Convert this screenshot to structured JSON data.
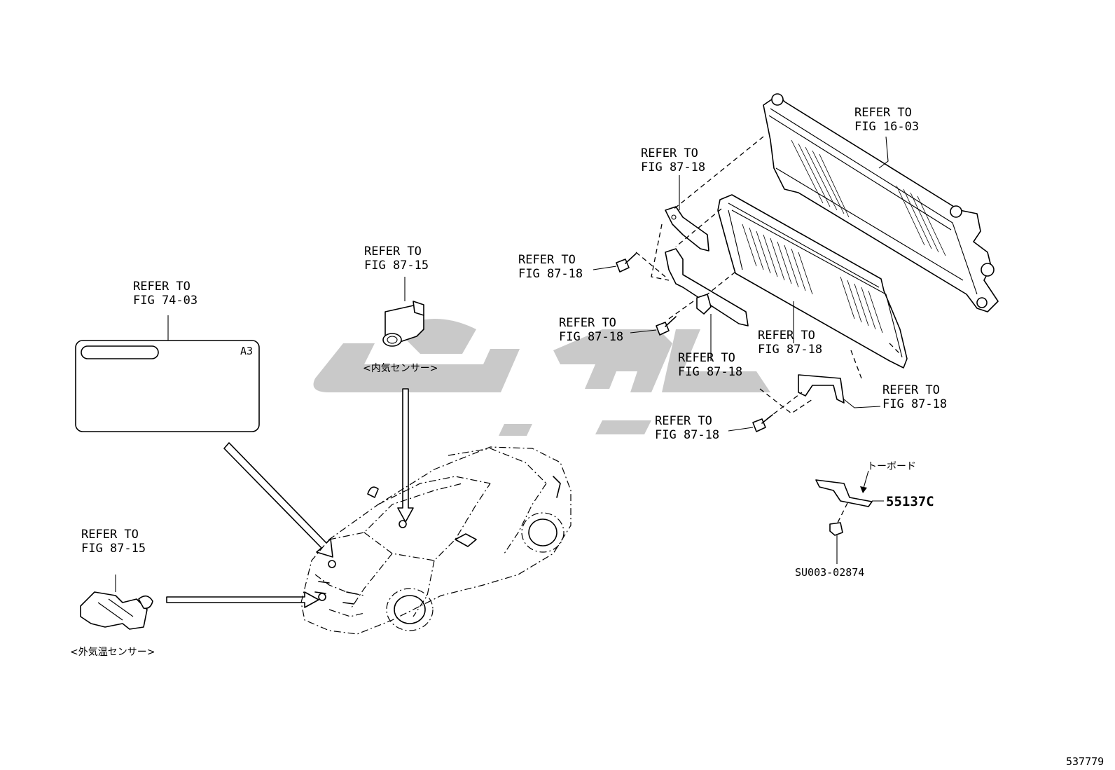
{
  "labels": {
    "refer_radiator": [
      "REFER TO",
      "FIG 16-03"
    ],
    "refer_upper_bracket": [
      "REFER TO",
      "FIG 87-18"
    ],
    "refer_bolt_1": [
      "REFER TO",
      "FIG 87-18"
    ],
    "refer_bolt_2": [
      "REFER TO",
      "FIG 87-18"
    ],
    "refer_mid_bracket": [
      "REFER TO",
      "FIG 87-18"
    ],
    "refer_condenser": [
      "REFER TO",
      "FIG 87-18"
    ],
    "refer_lower_bracket": [
      "REFER TO",
      "FIG 87-18"
    ],
    "refer_bolt_3": [
      "REFER TO",
      "FIG 87-18"
    ],
    "refer_inner_sensor": [
      "REFER TO",
      "FIG 87-15"
    ],
    "refer_label_panel": [
      "REFER TO",
      "FIG 74-03"
    ],
    "refer_outer_sensor": [
      "REFER TO",
      "FIG 87-15"
    ]
  },
  "jp_labels": {
    "inner_sensor": "<内気センサー>",
    "outer_sensor": "<外気温センサー>",
    "toboard": "トーボード"
  },
  "panel_code": "A3",
  "parts": {
    "bracket_part": "55137C",
    "clip_part": "SU003-02874"
  },
  "figure_number": "537779",
  "colors": {
    "line": "#000000",
    "watermark": "#c9c9c9",
    "background": "#ffffff"
  }
}
